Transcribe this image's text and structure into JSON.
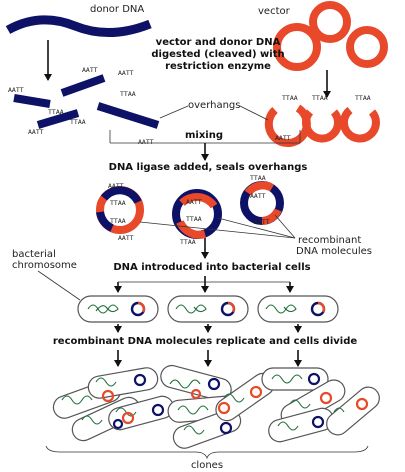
{
  "colors": {
    "donor_dna": "#0e1266",
    "vector": "#e8492a",
    "chromosome": "#1f6f3a",
    "arrow": "#111111"
  },
  "labels": {
    "donor_dna": "donor DNA",
    "vector": "vector",
    "digest_line1": "vector and donor DNA",
    "digest_line2": "digested (cleaved) with",
    "digest_line3": "restriction enzyme",
    "overhangs": "overhangs",
    "mixing": "mixing",
    "ligase": "DNA ligase added, seals overhangs",
    "recombinant_line1": "recombinant",
    "recombinant_line2": "DNA molecules",
    "bacterial_line1": "bacterial",
    "bacterial_line2": "chromosome",
    "introduced": "DNA introduced into bacterial cells",
    "replicate": "recombinant DNA molecules replicate and cells divide",
    "clones": "clones"
  },
  "sequences": {
    "aatt": "AATT",
    "ttaa": "TTAA"
  }
}
